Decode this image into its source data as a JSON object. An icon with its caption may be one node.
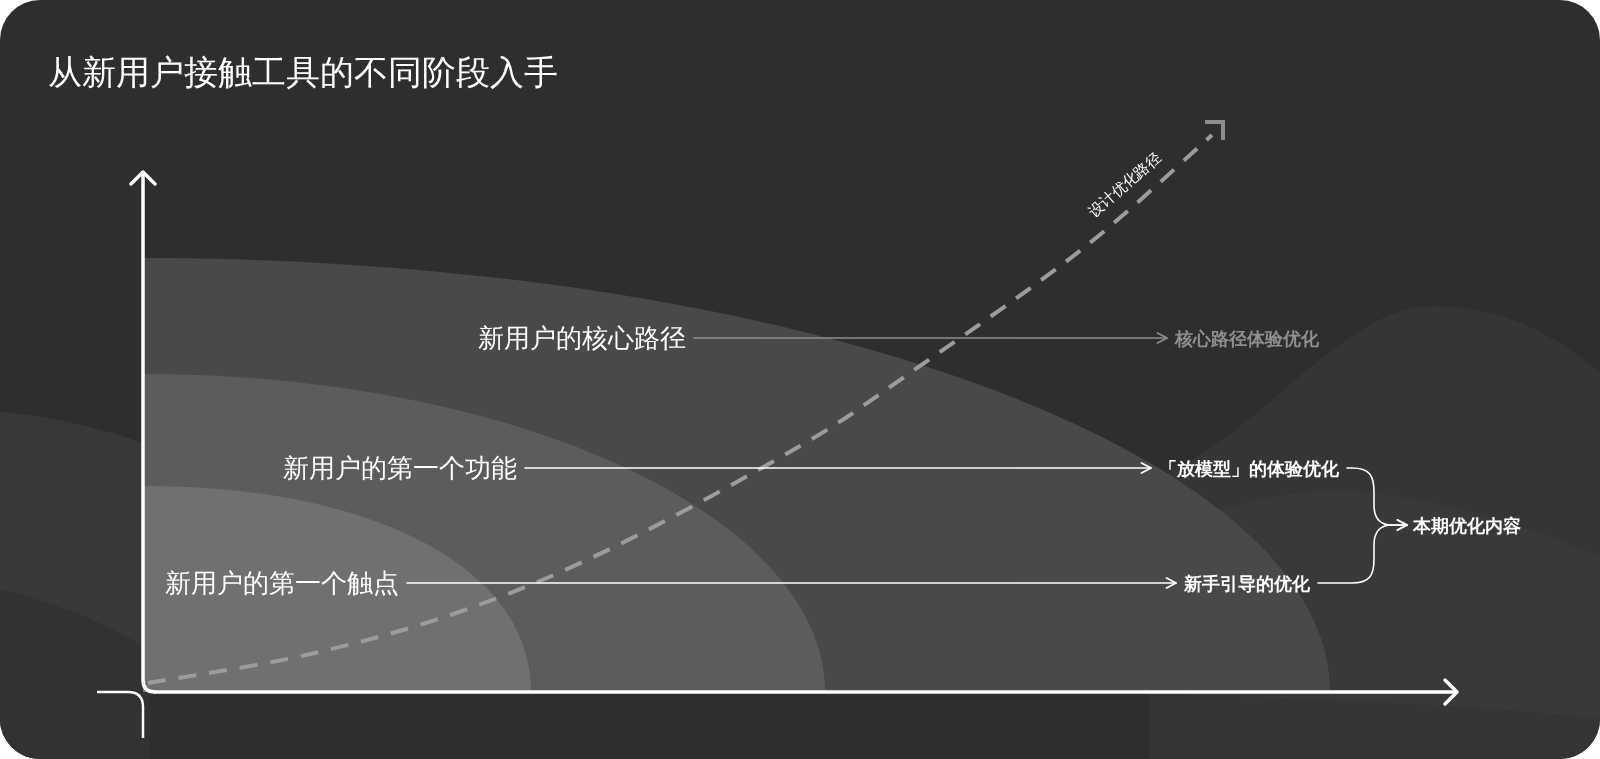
{
  "diagram": {
    "title": "从新用户接触工具的不同阶段入手",
    "nodes": [
      {
        "text": [
          "新用户的核心路径"
        ]
      },
      {
        "text": [
          "核心路径体验优化"
        ]
      },
      {
        "text": [
          "新用户的第一个功能"
        ]
      },
      {
        "text": [
          "「放模型」的体验优化"
        ]
      },
      {
        "text": [
          "本期优化内容"
        ]
      },
      {
        "text": [
          "新用户的第一个触点"
        ]
      },
      {
        "text": [
          "新手引导的优化"
        ]
      }
    ],
    "edges": [
      {
        "from": 0,
        "to": 1,
        "arrow": "to",
        "color": "#8e8e8e"
      },
      {
        "from": 2,
        "to": 3,
        "arrow": "to"
      },
      {
        "from": 5,
        "to": 6,
        "arrow": "to"
      },
      {
        "from": 3,
        "to": 4,
        "arrow": "to"
      },
      {
        "from": 6,
        "to": 4,
        "arrow": "to"
      }
    ],
    "labels": [
      "设计优化路径"
    ]
  }
}
